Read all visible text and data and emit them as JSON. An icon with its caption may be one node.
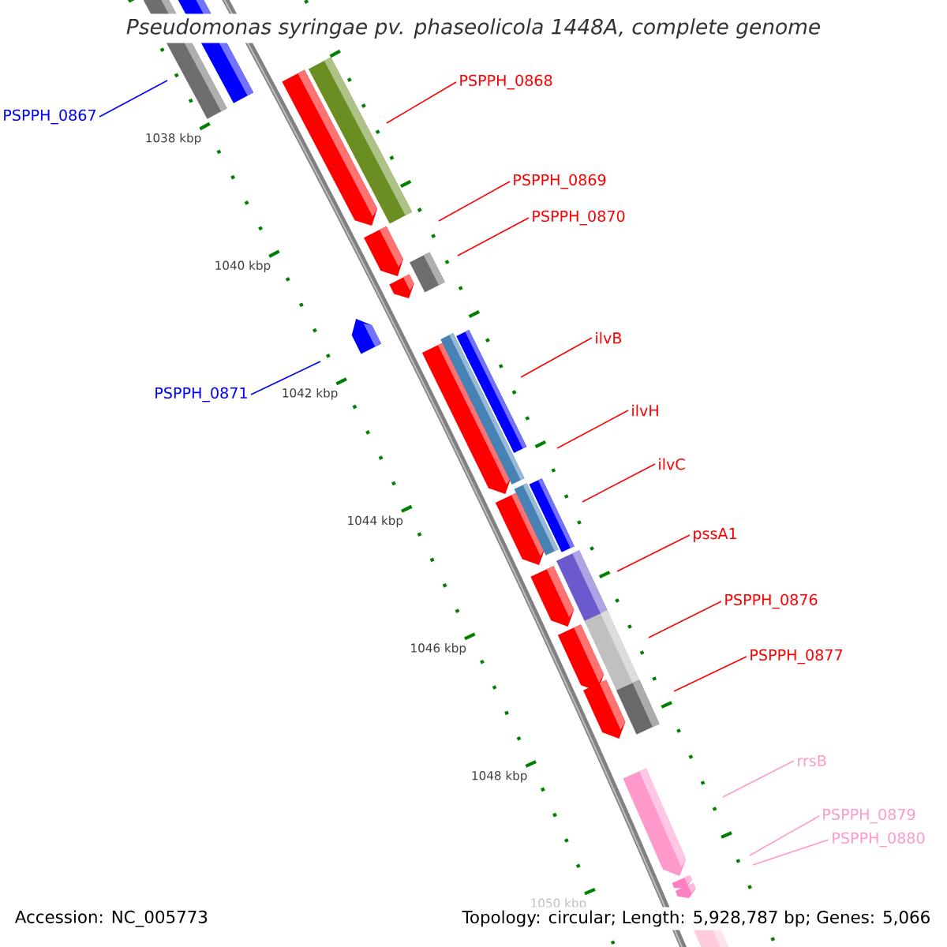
{
  "diagram": {
    "title": "Pseudomonas syringae pv. phaseolicola 1448A, complete genome",
    "nodes": [
      {
        "text": [
          "PSPPH_0868"
        ]
      },
      {
        "text": [
          "PSPPH_0867"
        ]
      },
      {
        "text": [
          "PSPPH_0869"
        ]
      },
      {
        "text": [
          "PSPPH_0870"
        ]
      },
      {
        "text": [
          "ilvB"
        ]
      },
      {
        "text": [
          "PSPPH_0871"
        ]
      },
      {
        "text": [
          "ilvH"
        ]
      },
      {
        "text": [
          "ilvC"
        ]
      },
      {
        "text": [
          "pssA1"
        ]
      },
      {
        "text": [
          "PSPPH_0876"
        ]
      },
      {
        "text": [
          "PSPPH_0877"
        ]
      },
      {
        "text": [
          "rrsB"
        ]
      },
      {
        "text": [
          "PSPPH_0879"
        ]
      },
      {
        "text": [
          "PSPPH_0880"
        ]
      }
    ],
    "edges": [
      {
        "from": 0,
        "to": null,
        "arrow": "none"
      },
      {
        "from": 1,
        "to": null,
        "arrow": "none",
        "color": "#0000ff"
      },
      {
        "from": 2,
        "to": null,
        "arrow": "none"
      },
      {
        "from": 3,
        "to": null,
        "arrow": "none"
      },
      {
        "from": 4,
        "to": null,
        "arrow": "none"
      },
      {
        "from": 5,
        "to": null,
        "arrow": "none",
        "color": "#0000ff"
      },
      {
        "from": 6,
        "to": null,
        "arrow": "none"
      },
      {
        "from": 7,
        "to": null,
        "arrow": "none"
      },
      {
        "from": 8,
        "to": null,
        "arrow": "none"
      },
      {
        "from": 9,
        "to": null,
        "arrow": "none"
      },
      {
        "from": 10,
        "to": null,
        "arrow": "none"
      },
      {
        "from": 11,
        "to": null,
        "arrow": "none",
        "color": "#ff99cc"
      },
      {
        "from": 12,
        "to": null,
        "arrow": "none",
        "color": "#ff99cc"
      },
      {
        "from": 13,
        "to": null,
        "arrow": "none",
        "color": "#ff99cc"
      }
    ],
    "labels": [
      "1038 kbp",
      "1040 kbp",
      "1042 kbp",
      "1044 kbp",
      "1046 kbp",
      "1048 kbp",
      "1050 kbp",
      "Accession: NC_005773",
      "Topology: circular; Length: 5,928,787 bp; Genes: 5,066"
    ]
  }
}
